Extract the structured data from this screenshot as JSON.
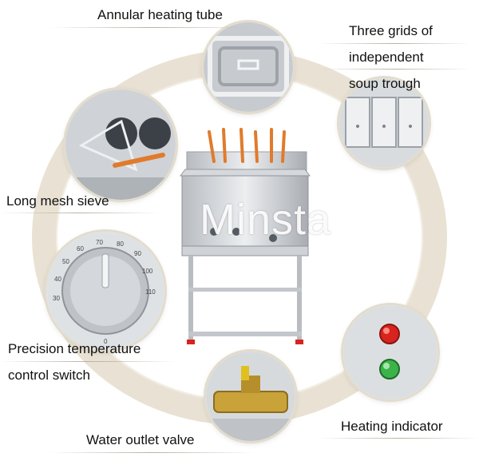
{
  "labels": {
    "annular_heating_tube": "Annular heating tube",
    "three_grids_line1": "Three grids of",
    "three_grids_line2": "independent",
    "three_grids_line3": "soup trough",
    "long_mesh_sieve": "Long mesh sieve",
    "precision_line1": "Precision temperature",
    "precision_line2": "control switch",
    "water_outlet_valve": "Water outlet valve",
    "heating_indicator": "Heating indicator"
  },
  "watermark": "Minsta",
  "dial": {
    "ticks": [
      "30",
      "40",
      "50",
      "60",
      "70",
      "80",
      "90",
      "100",
      "110"
    ],
    "zero": "0"
  },
  "colors": {
    "ring": "#e9e2d4",
    "steel": "#c9ccd0",
    "handle_orange": "#e07b2c",
    "indicator_red": "#d8231f",
    "indicator_green": "#3bb34a",
    "valve_brass": "#c9a23a"
  }
}
